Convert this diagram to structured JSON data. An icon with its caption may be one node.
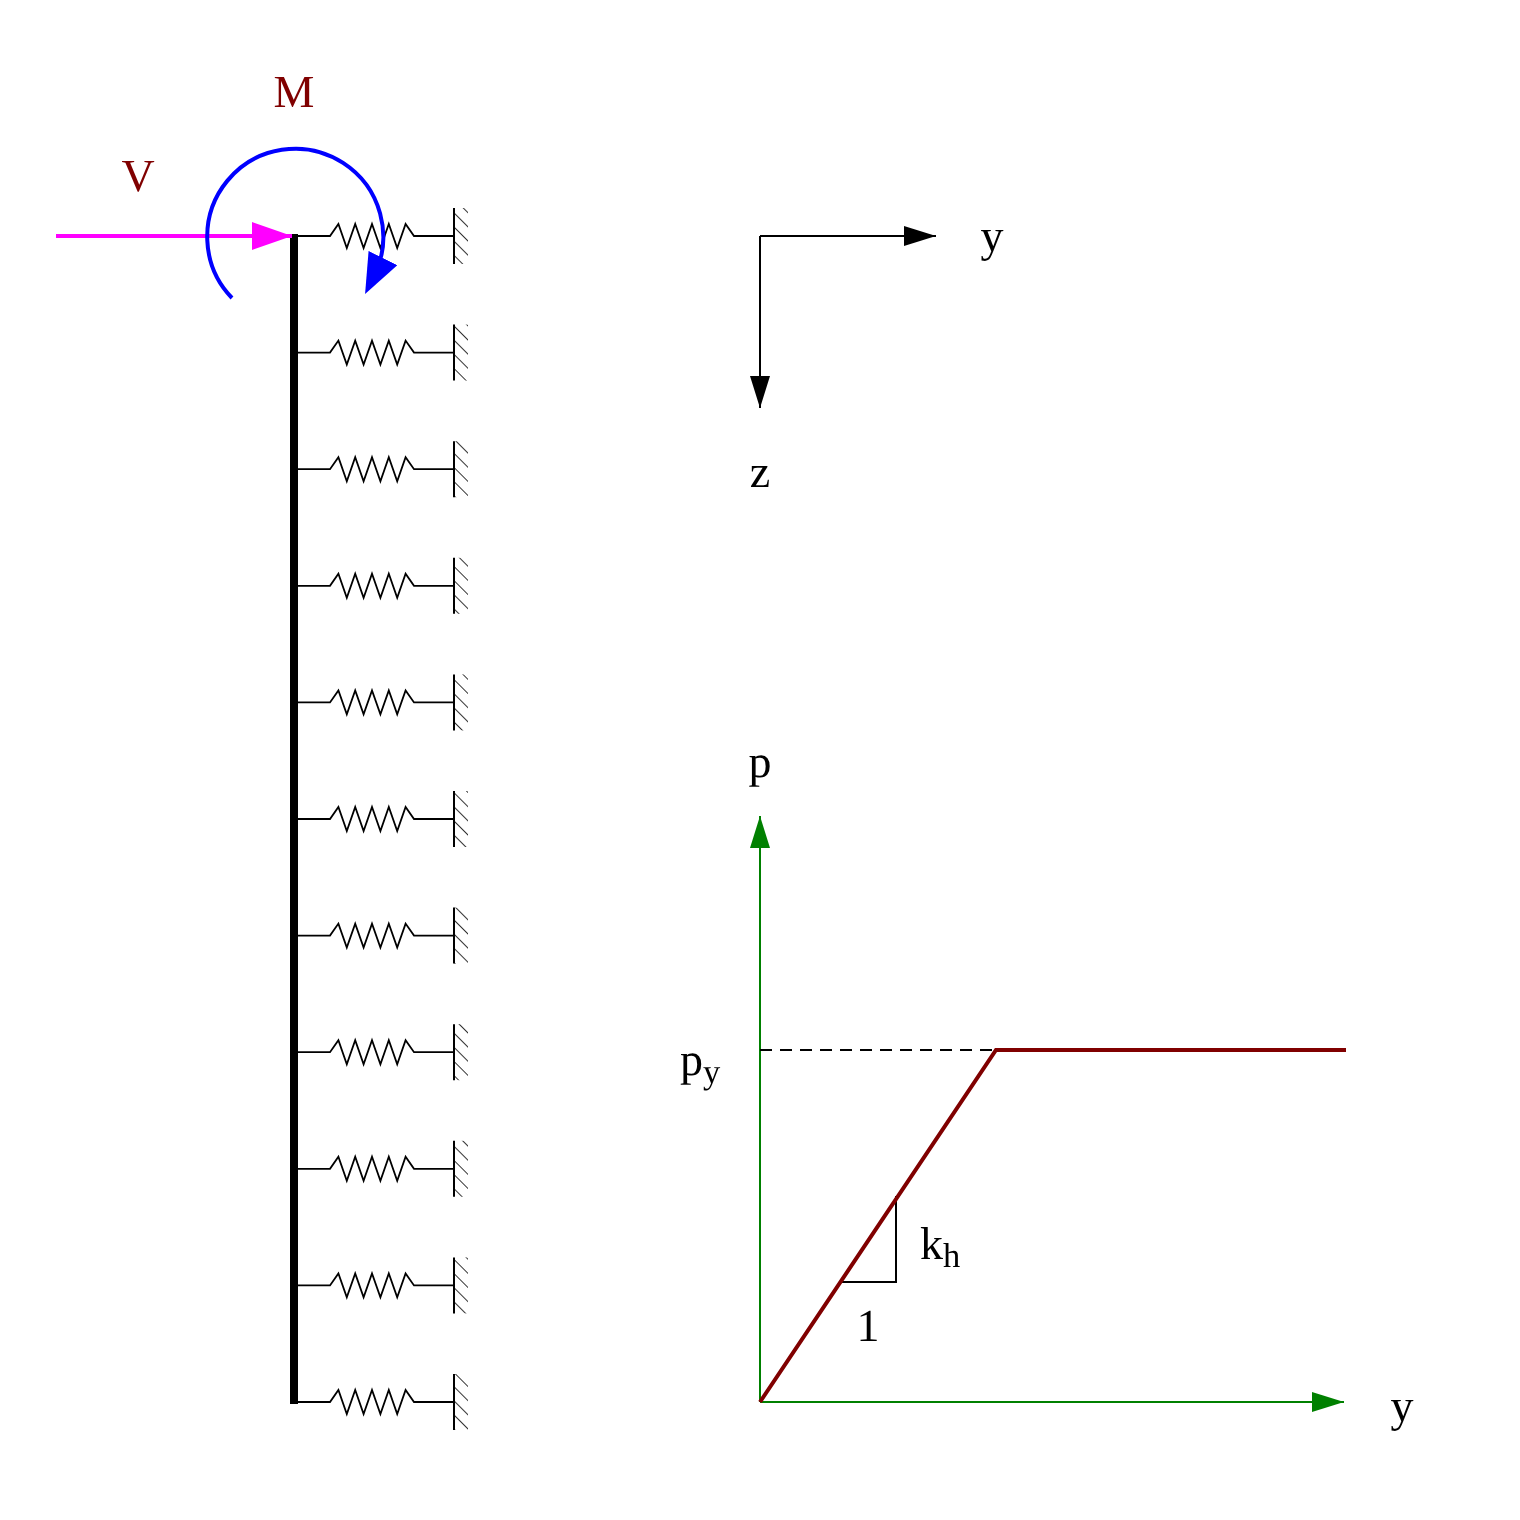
{
  "diagram": {
    "labels": [
      "M",
      "V",
      "y",
      "z",
      "p",
      "p$_{y}$",
      "k$_{h}$",
      "1",
      "y"
    ]
  }
}
